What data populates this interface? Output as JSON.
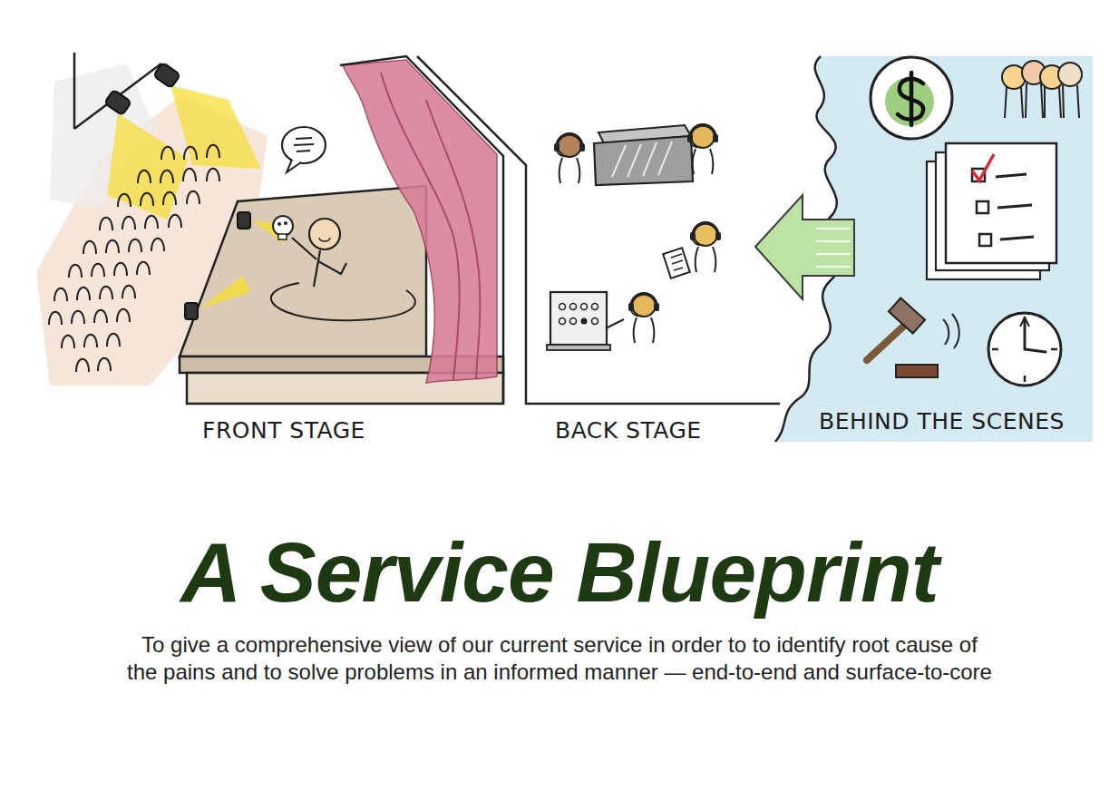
{
  "diagram": {
    "title": "A Service Blueprint",
    "caption": "To give a comprehensive view of our current service in order to to identify root cause of the pains and to solve problems in an informed manner — end-to-end and surface-to-core",
    "labels": [
      "FRONT STAGE",
      "BACK STAGE",
      "BEHIND THE SCENES"
    ]
  }
}
